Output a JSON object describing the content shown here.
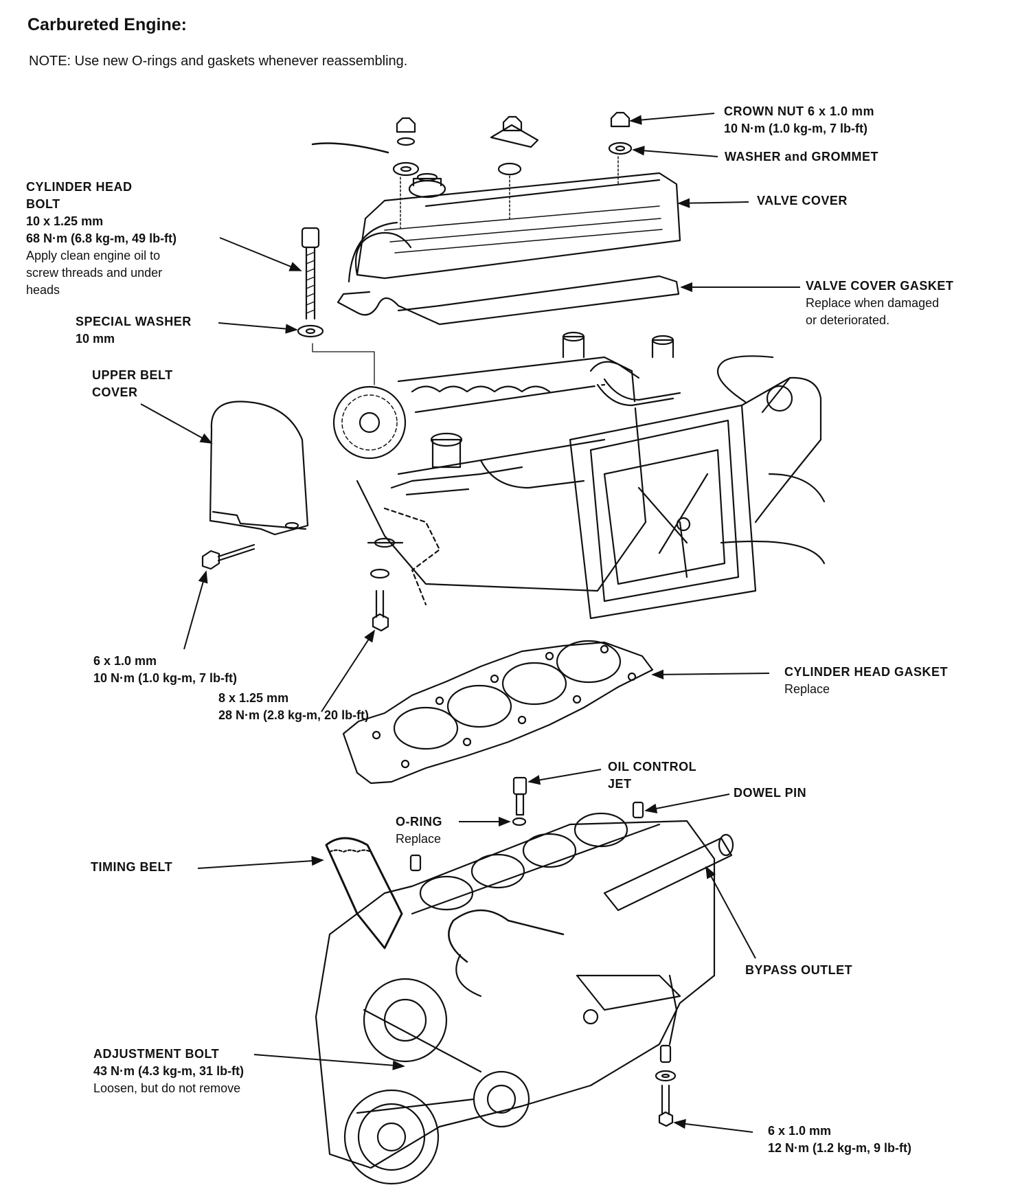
{
  "heading": "Carbureted Engine:",
  "note": "NOTE: Use new O-rings and gaskets whenever reassembling.",
  "labels": {
    "crown_nut": {
      "title": "CROWN NUT 6 x 1.0 mm",
      "spec": "10 N·m (1.0 kg-m, 7 lb-ft)"
    },
    "washer_grommet": {
      "title": "WASHER and GROMMET"
    },
    "valve_cover": {
      "title": "VALVE COVER"
    },
    "valve_cover_gasket": {
      "title": "VALVE COVER GASKET",
      "line1": "Replace when damaged",
      "line2": "or deteriorated."
    },
    "cylinder_head_bolt": {
      "title1": "CYLINDER HEAD",
      "title2": "BOLT",
      "size": "10 x 1.25 mm",
      "torque": "68 N·m (6.8 kg-m, 49 lb-ft)",
      "line1": "Apply clean engine oil to",
      "line2": "screw threads and under",
      "line3": "heads"
    },
    "special_washer": {
      "title": "SPECIAL WASHER",
      "size": "10 mm"
    },
    "upper_belt_cover": {
      "title1": "UPPER BELT",
      "title2": "COVER"
    },
    "bolt_6x1": {
      "size": "6 x 1.0 mm",
      "torque": "10 N·m (1.0 kg-m, 7 lb-ft)"
    },
    "bolt_8x125": {
      "size": "8 x 1.25 mm",
      "torque": "28 N·m (2.8 kg-m, 20 lb-ft)"
    },
    "cylinder_head_gasket": {
      "title": "CYLINDER HEAD GASKET",
      "line1": "Replace"
    },
    "oil_control_jet": {
      "title1": "OIL CONTROL",
      "title2": "JET"
    },
    "dowel_pin": {
      "title": "DOWEL PIN"
    },
    "o_ring": {
      "title": "O-RING",
      "line1": "Replace"
    },
    "timing_belt": {
      "title": "TIMING BELT"
    },
    "bypass_outlet": {
      "title": "BYPASS OUTLET"
    },
    "adjustment_bolt": {
      "title": "ADJUSTMENT BOLT",
      "torque": "43 N·m (4.3 kg-m, 31 lb-ft)",
      "line1": "Loosen, but do not remove"
    },
    "bolt_6x1_lower": {
      "size": "6 x 1.0 mm",
      "torque": "12 N·m (1.2 kg-m, 9 lb-ft)"
    }
  }
}
